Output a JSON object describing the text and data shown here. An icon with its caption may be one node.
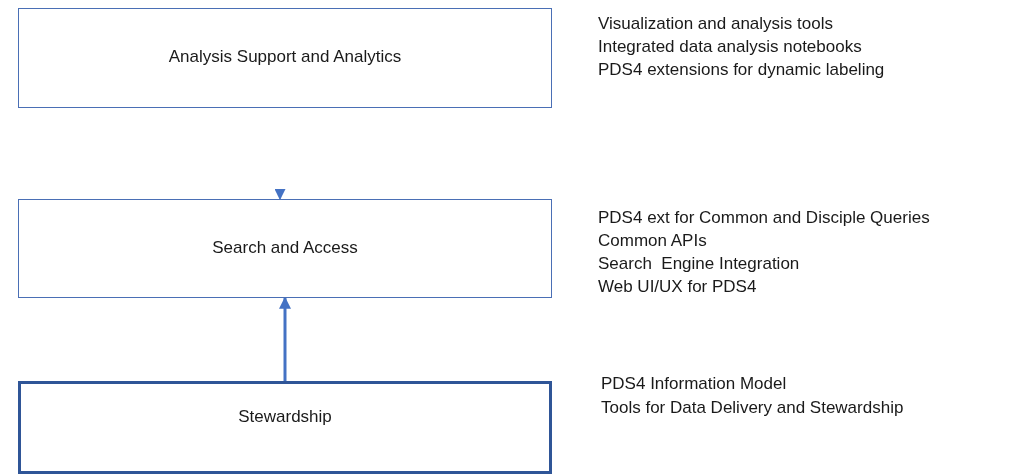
{
  "diagram": {
    "nodes": [
      {
        "text": [
          "Analysis Support and Analytics"
        ],
        "beside": [
          "Visualization and analysis tools",
          "Integrated data analysis notebooks",
          "PDS4 extensions for dynamic labeling"
        ]
      },
      {
        "text": [
          "Search and Access"
        ],
        "beside": [
          "PDS4 ext for Common and Disciple Queries",
          "Common APIs",
          "Search  Engine Integration",
          "Web UI/UX for PDS4"
        ]
      },
      {
        "text": [
          "Stewardship"
        ],
        "beside": [
          "PDS4 Information Model",
          "Tools for Data Delivery and Stewardship"
        ]
      }
    ],
    "edges": [
      {
        "from": null,
        "to": 1,
        "arrow": "to"
      },
      {
        "from": 2,
        "to": 1,
        "arrow": "to",
        "style": "thick"
      }
    ]
  }
}
